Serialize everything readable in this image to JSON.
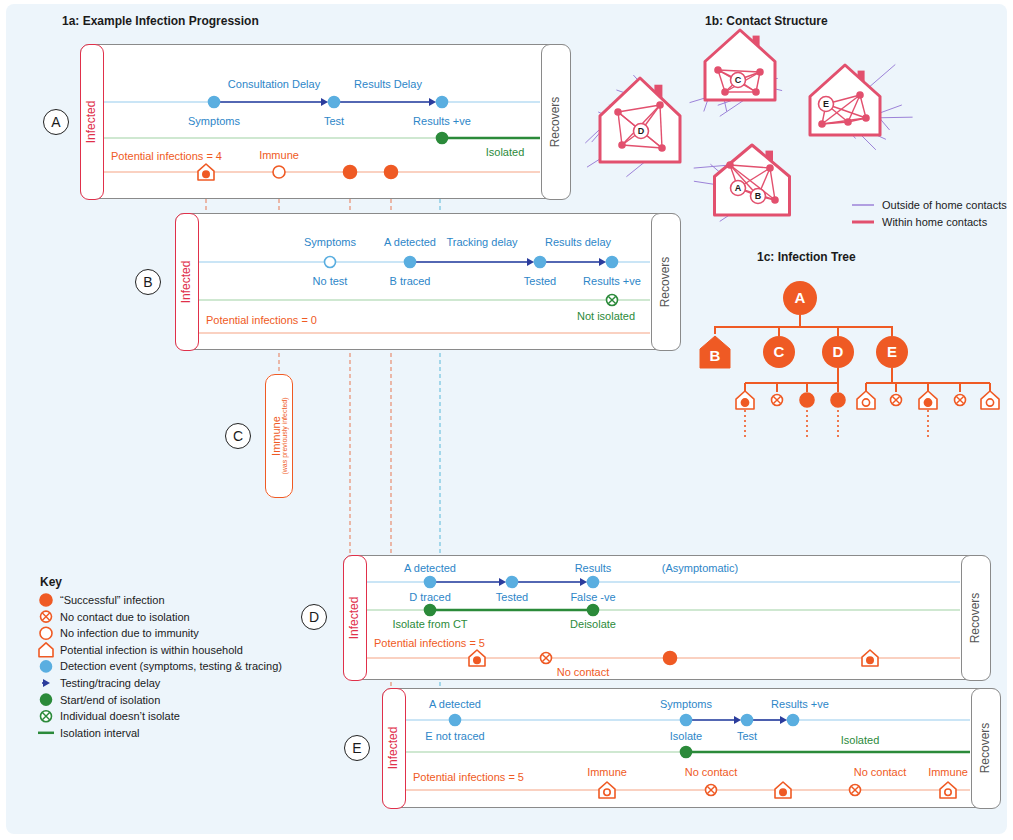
{
  "diagram": {
    "nodes": [
      {
        "text": [
          "A"
        ]
      },
      {
        "text": [
          "Infected",
          "Recovers",
          "Potential infections = 4"
        ]
      },
      {
        "text": [
          "B"
        ]
      },
      {
        "text": [
          "Infected",
          "Recovers",
          "Potential infections = 0"
        ]
      },
      {
        "text": [
          "C"
        ]
      },
      {
        "text": [
          "Immune",
          "(was previously infected)"
        ]
      },
      {
        "text": [
          "D"
        ]
      },
      {
        "text": [
          "Infected",
          "Recovers",
          "Potential infections = 5"
        ]
      },
      {
        "text": [
          "E"
        ]
      },
      {
        "text": [
          "Infected",
          "Recovers",
          "Potential infections = 5"
        ]
      },
      {
        "text": [
          "A"
        ]
      },
      {
        "text": [
          "B"
        ]
      },
      {
        "text": [
          "C"
        ]
      },
      {
        "text": [
          "D"
        ]
      },
      {
        "text": [
          "E"
        ]
      }
    ],
    "edges": [
      {
        "from": 1,
        "to": 3,
        "arrow": "none"
      },
      {
        "from": 1,
        "to": 5,
        "arrow": "none"
      },
      {
        "from": 1,
        "to": 7,
        "arrow": "none"
      },
      {
        "from": 1,
        "to": 9,
        "arrow": "none"
      },
      {
        "from": 10,
        "to": 11,
        "arrow": "none"
      },
      {
        "from": 10,
        "to": 12,
        "arrow": "none"
      },
      {
        "from": 10,
        "to": 13,
        "arrow": "none"
      },
      {
        "from": 10,
        "to": 14,
        "arrow": "none"
      }
    ],
    "labels": [
      "1a: Example Infection Progression",
      "1b: Contact Structure",
      "1c: Infection Tree",
      "Consultation Delay",
      "Results Delay",
      "Symptoms",
      "Test",
      "Results +ve",
      "Isolated",
      "Immune",
      "Symptoms",
      "No test",
      "A detected",
      "B traced",
      "Tracking delay",
      "Results delay",
      "Tested",
      "Results +ve",
      "Not isolated",
      "A detected",
      "D traced",
      "Tested",
      "Results",
      "False -ve",
      "(Asymptomatic)",
      "Isolate from CT",
      "Deisolate",
      "No contact",
      "A detected",
      "E not traced",
      "Symptoms",
      "Isolate",
      "Test",
      "Results +ve",
      "Isolated",
      "Immune",
      "No contact",
      "No contact",
      "Immune",
      "Key",
      "A",
      "B",
      "C",
      "D",
      "E"
    ],
    "legend": [
      {
        "text": "“Successful” infection"
      },
      {
        "text": "No contact due to isolation"
      },
      {
        "text": "No infection due to immunity"
      },
      {
        "text": "Potential infection is within household"
      },
      {
        "text": "Detection event (symptoms, testing & tracing)"
      },
      {
        "text": "Testing/tracing delay"
      },
      {
        "text": "Start/end of isolation"
      },
      {
        "text": "Individual doesn’t isolate"
      },
      {
        "text": "Isolation interval"
      },
      {
        "text": "Outside of home contacts"
      },
      {
        "text": "Within home contacts"
      }
    ]
  }
}
